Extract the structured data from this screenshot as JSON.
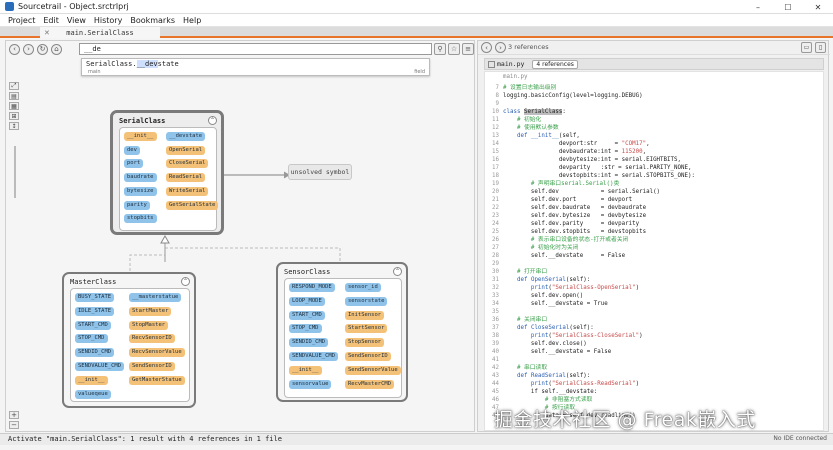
{
  "window": {
    "title": "Sourcetrail - Object.srctrlprj"
  },
  "menu": [
    "Project",
    "Edit",
    "View",
    "History",
    "Bookmarks",
    "Help"
  ],
  "tab": {
    "label": "main.SerialClass"
  },
  "search": {
    "value": "__de",
    "suggestion_prefix": "SerialClass.",
    "suggestion_match": "__dev",
    "suggestion_rest": "state",
    "suggestion_sub": "main",
    "suggestion_kind": "field"
  },
  "graph": {
    "serial_class": {
      "title": "SerialClass",
      "members": [
        {
          "label": "__init__",
          "color": "orange"
        },
        {
          "label": "__devstate",
          "color": "blue"
        },
        {
          "label": "dev",
          "color": "blue"
        },
        {
          "label": "OpenSerial",
          "color": "orange"
        },
        {
          "label": "port",
          "color": "blue"
        },
        {
          "label": "CloseSerial",
          "color": "orange"
        },
        {
          "label": "baudrate",
          "color": "blue"
        },
        {
          "label": "ReadSerial",
          "color": "orange"
        },
        {
          "label": "bytesize",
          "color": "blue"
        },
        {
          "label": "WriteSerial",
          "color": "orange"
        },
        {
          "label": "parity",
          "color": "blue"
        },
        {
          "label": "GetSerialState",
          "color": "orange"
        },
        {
          "label": "stopbits",
          "color": "blue"
        }
      ]
    },
    "unresolved": "unsolved symbol",
    "master_class": {
      "title": "MasterClass",
      "members": [
        {
          "label": "BUSY_STATE",
          "color": "blue"
        },
        {
          "label": "__masterstatue",
          "color": "blue"
        },
        {
          "label": "IDLE_STATE",
          "color": "blue"
        },
        {
          "label": "StartMaster",
          "color": "orange"
        },
        {
          "label": "START_CMD",
          "color": "blue"
        },
        {
          "label": "StopMaster",
          "color": "orange"
        },
        {
          "label": "STOP_CMD",
          "color": "blue"
        },
        {
          "label": "RecvSensorID",
          "color": "orange"
        },
        {
          "label": "SENDID_CMD",
          "color": "blue"
        },
        {
          "label": "RecvSensorValue",
          "color": "orange"
        },
        {
          "label": "SENDVALUE_CMD",
          "color": "blue"
        },
        {
          "label": "SendSensorID",
          "color": "orange"
        },
        {
          "label": "__init__",
          "color": "orange"
        },
        {
          "label": "GetMasterStatue",
          "color": "orange"
        },
        {
          "label": "valueqeue",
          "color": "blue"
        }
      ]
    },
    "sensor_class": {
      "title": "SensorClass",
      "members": [
        {
          "label": "RESPOND_MODE",
          "color": "blue"
        },
        {
          "label": "sensor_id",
          "color": "blue"
        },
        {
          "label": "LOOP_MODE",
          "color": "blue"
        },
        {
          "label": "sensorstate",
          "color": "blue"
        },
        {
          "label": "START_CMD",
          "color": "blue"
        },
        {
          "label": "InitSensor",
          "color": "orange"
        },
        {
          "label": "STOP_CMD",
          "color": "blue"
        },
        {
          "label": "StartSensor",
          "color": "orange"
        },
        {
          "label": "SENDID_CMD",
          "color": "blue"
        },
        {
          "label": "StopSensor",
          "color": "orange"
        },
        {
          "label": "SENDVALUE_CMD",
          "color": "blue"
        },
        {
          "label": "SendSensorID",
          "color": "orange"
        },
        {
          "label": "__init__",
          "color": "orange"
        },
        {
          "label": "SendSensorValue",
          "color": "orange"
        },
        {
          "label": "sensorvalue",
          "color": "blue"
        },
        {
          "label": "RecvMasterCMD",
          "color": "orange"
        }
      ]
    }
  },
  "status": {
    "message": "Activate \"main.SerialClass\": 1 result with 4 references in 1 file",
    "ide": "No IDE connected"
  },
  "code_panel": {
    "ref_count": "3 references",
    "file_name": "main.py",
    "file_refs": "4 references",
    "header": "main.py",
    "lines": [
      {
        "n": "7",
        "t": "# 设置日志输出级别",
        "c": "cm"
      },
      {
        "n": "8",
        "t": "logging.basicConfig(level=logging.DEBUG)",
        "c": ""
      },
      {
        "n": "9",
        "t": "",
        "c": ""
      },
      {
        "n": "10",
        "t": "class SerialClass:",
        "c": "cls"
      },
      {
        "n": "11",
        "t": "    # 初始化",
        "c": "cm"
      },
      {
        "n": "12",
        "t": "    # 使用默认参数",
        "c": "cm"
      },
      {
        "n": "13",
        "t": "    def __init__(self,",
        "c": "def"
      },
      {
        "n": "14",
        "t": "                devport:str     = \"COM17\",",
        "c": "str"
      },
      {
        "n": "15",
        "t": "                devbaudrate:int = 115200,",
        "c": "str"
      },
      {
        "n": "16",
        "t": "                devbytesize:int = serial.EIGHTBITS,",
        "c": ""
      },
      {
        "n": "17",
        "t": "                devparity   :str = serial.PARITY_NONE,",
        "c": ""
      },
      {
        "n": "18",
        "t": "                devstopbits:int = serial.STOPBITS_ONE):",
        "c": ""
      },
      {
        "n": "19",
        "t": "        # 声明串口serial.Serial()类",
        "c": "cm"
      },
      {
        "n": "20",
        "t": "        self.dev            = serial.Serial()",
        "c": ""
      },
      {
        "n": "21",
        "t": "        self.dev.port       = devport",
        "c": ""
      },
      {
        "n": "22",
        "t": "        self.dev.baudrate   = devbaudrate",
        "c": ""
      },
      {
        "n": "23",
        "t": "        self.dev.bytesize   = devbytesize",
        "c": ""
      },
      {
        "n": "24",
        "t": "        self.dev.parity     = devparity",
        "c": ""
      },
      {
        "n": "25",
        "t": "        self.dev.stopbits   = devstopbits",
        "c": ""
      },
      {
        "n": "26",
        "t": "        # 表示串口设备的状态-打开或者关闭",
        "c": "cm"
      },
      {
        "n": "27",
        "t": "        # 初始化时为关闭",
        "c": "cm"
      },
      {
        "n": "28",
        "t": "        self.__devstate     = False",
        "c": ""
      },
      {
        "n": "29",
        "t": "",
        "c": ""
      },
      {
        "n": "30",
        "t": "    # 打开串口",
        "c": "cm"
      },
      {
        "n": "31",
        "t": "    def OpenSerial(self):",
        "c": "def"
      },
      {
        "n": "32",
        "t": "        print(\"SerialClass-OpenSerial\")",
        "c": "str"
      },
      {
        "n": "33",
        "t": "        self.dev.open()",
        "c": ""
      },
      {
        "n": "34",
        "t": "        self.__devstate = True",
        "c": ""
      },
      {
        "n": "35",
        "t": "",
        "c": ""
      },
      {
        "n": "36",
        "t": "    # 关闭串口",
        "c": "cm"
      },
      {
        "n": "37",
        "t": "    def CloseSerial(self):",
        "c": "def"
      },
      {
        "n": "38",
        "t": "        print(\"SerialClass-CloseSerial\")",
        "c": "str"
      },
      {
        "n": "39",
        "t": "        self.dev.close()",
        "c": ""
      },
      {
        "n": "40",
        "t": "        self.__devstate = False",
        "c": ""
      },
      {
        "n": "41",
        "t": "",
        "c": ""
      },
      {
        "n": "42",
        "t": "    # 串口读取",
        "c": "cm"
      },
      {
        "n": "43",
        "t": "    def ReadSerial(self):",
        "c": "def"
      },
      {
        "n": "44",
        "t": "        print(\"SerialClass-ReadSerial\")",
        "c": "str"
      },
      {
        "n": "45",
        "t": "        if self.__devstate:",
        "c": ""
      },
      {
        "n": "46",
        "t": "            # 非阻塞方式读取",
        "c": "cm"
      },
      {
        "n": "47",
        "t": "            # 按行读取",
        "c": "cm"
      },
      {
        "n": "48",
        "t": "            data = self.dev.readline()",
        "c": ""
      }
    ]
  },
  "watermark": "掘金技术社区 @ Freak嵌入式"
}
